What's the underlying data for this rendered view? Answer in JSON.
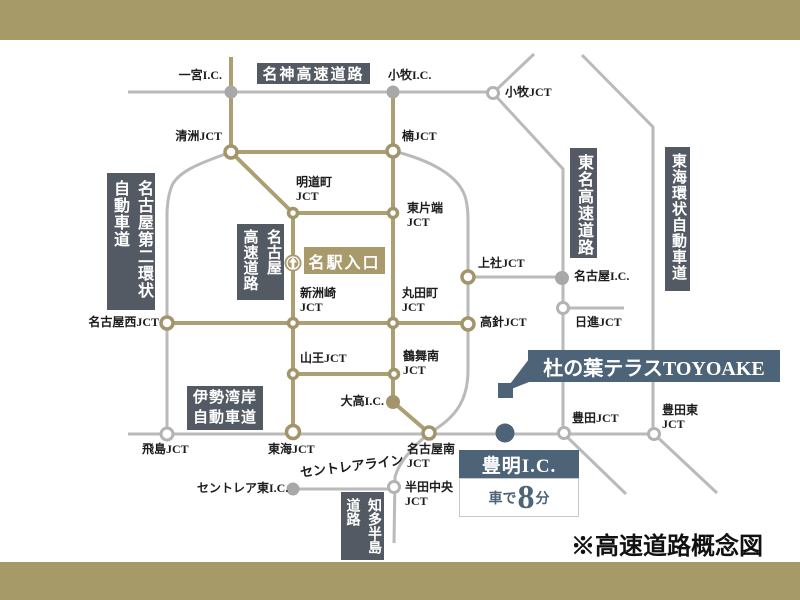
{
  "colors": {
    "frame_gold": "#a69a68",
    "road_gold": "#ad9f72",
    "road_gray": "#bababa",
    "box_dark": "#545a63",
    "accent_blue": "#4c6378"
  },
  "boxes": {
    "meishin": "名神高速道路",
    "meinikan_col1": "名古屋第二環状",
    "meinikan_col2": "自動車道",
    "nagoya_exp_col1": "名古屋",
    "nagoya_exp_col2": "高速道路",
    "tomei": "東名高速道路",
    "tokai_kanjo": "東海環状自動車道",
    "isewangan_line1": "伊勢湾岸",
    "isewangan_line2": "自動車道",
    "chita_col1": "知多半島",
    "chita_col2": "道路",
    "meieki": "名駅入口",
    "centrair_line": "セントレアライン"
  },
  "stations": {
    "ichinomiya": "一宮I.C.",
    "komaki_ic": "小牧I.C.",
    "komaki_jct": "小牧JCT",
    "kiyosu_jct": "清洲JCT",
    "kusunoki_jct": "楠JCT",
    "meidocho_l1": "明道町",
    "meidocho_l2": "JCT",
    "higashikataha_l1": "東片端",
    "higashikataha_l2": "JCT",
    "kamiyashiro_jct": "上社JCT",
    "nagoya_ic": "名古屋I.C.",
    "nisshin_jct": "日進JCT",
    "nagoyanishi_jct": "名古屋西JCT",
    "shinsuzaki_l1": "新洲崎",
    "shinsuzaki_l2": "JCT",
    "marutacho_l1": "丸田町",
    "marutacho_l2": "JCT",
    "takabari_jct": "高針JCT",
    "sanno_jct": "山王JCT",
    "tsurumai_l1": "鶴舞南",
    "tsurumai_l2": "JCT",
    "odaka_ic": "大高I.C.",
    "tobishima_jct": "飛島JCT",
    "tokai_jct": "東海JCT",
    "nagoyaminami_l1": "名古屋南",
    "nagoyaminami_l2": "JCT",
    "toyota_jct": "豊田JCT",
    "toyotahigashi_l1": "豊田東",
    "toyotahigashi_l2": "JCT",
    "centrair_ic": "セントレア東I.C.",
    "handachuo_l1": "半田中央",
    "handachuo_l2": "JCT"
  },
  "property": {
    "name": "杜の葉テラスTOYOAKE"
  },
  "toyoake": {
    "ic_label": "豊明I.C.",
    "drive_prefix": "車で",
    "drive_number": "8",
    "drive_suffix": "分"
  },
  "footnote": "※高速道路概念図"
}
